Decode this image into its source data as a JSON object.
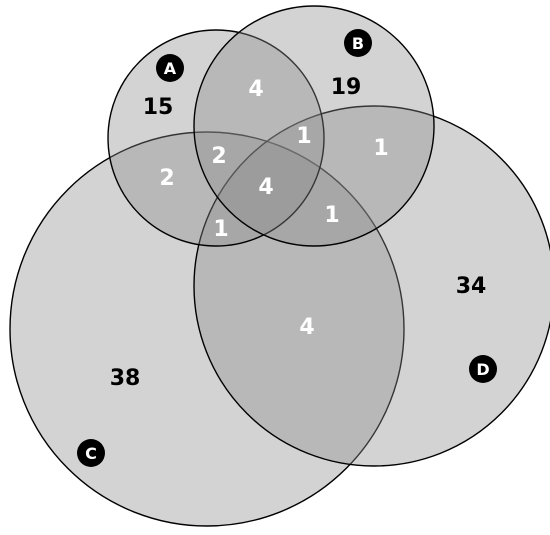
{
  "sets": {
    "a": {
      "label": "A"
    },
    "b": {
      "label": "B"
    },
    "c": {
      "label": "C"
    },
    "d": {
      "label": "D"
    }
  },
  "regions": {
    "a_only": "15",
    "b_only": "19",
    "c_only": "38",
    "d_only": "34",
    "ab": "4",
    "ac": "2",
    "abc": "2",
    "abd": "1",
    "bd": "1",
    "abcd": "4",
    "bcd": "1",
    "acd": "1",
    "cd": "4"
  },
  "colors": {
    "fill": "#8c8c8c",
    "stroke": "#000000",
    "background": "#ffffff",
    "dark_text": "#000000",
    "light_text": "#ffffff",
    "badge": "#000000"
  }
}
